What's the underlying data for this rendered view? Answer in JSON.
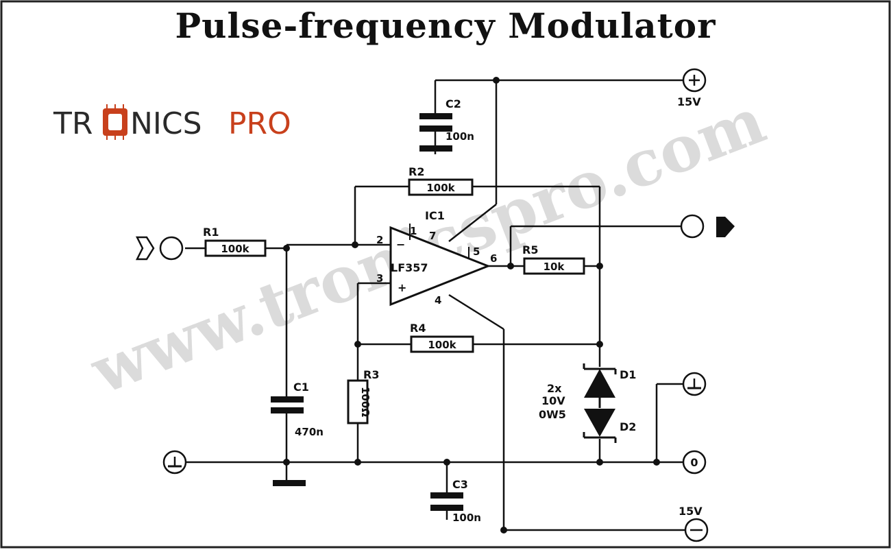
{
  "title": "Pulse-frequency Modulator",
  "brand": {
    "logo_left": "TR",
    "logo_mid": "NICS",
    "logo_right": "PRO",
    "colors": {
      "dark": "#2a2a2a",
      "accent": "#c8401c"
    },
    "watermark": "www.tronicspro.com"
  },
  "supply": {
    "positive": "15V",
    "negative": "15V"
  },
  "ic": {
    "ref": "IC1",
    "part": "LF357",
    "pins": [
      "1",
      "2",
      "3",
      "4",
      "5",
      "6",
      "7"
    ]
  },
  "components": {
    "R1": {
      "ref": "R1",
      "value": "100k"
    },
    "R2": {
      "ref": "R2",
      "value": "100k"
    },
    "R3": {
      "ref": "R3",
      "value": "100Ω"
    },
    "R4": {
      "ref": "R4",
      "value": "100k"
    },
    "R5": {
      "ref": "R5",
      "value": "10k"
    },
    "C1": {
      "ref": "C1",
      "value": "470n"
    },
    "C2": {
      "ref": "C2",
      "value": "100n"
    },
    "C3": {
      "ref": "C3",
      "value": "100n"
    },
    "D1": {
      "ref": "D1"
    },
    "D2": {
      "ref": "D2"
    },
    "zener_note": [
      "2x",
      "10V",
      "0W5"
    ]
  },
  "terminals": {
    "zero": "0"
  },
  "icons": [
    "input-arrow-icon",
    "output-arrow-icon",
    "ground-icon",
    "plus-icon",
    "minus-icon"
  ]
}
